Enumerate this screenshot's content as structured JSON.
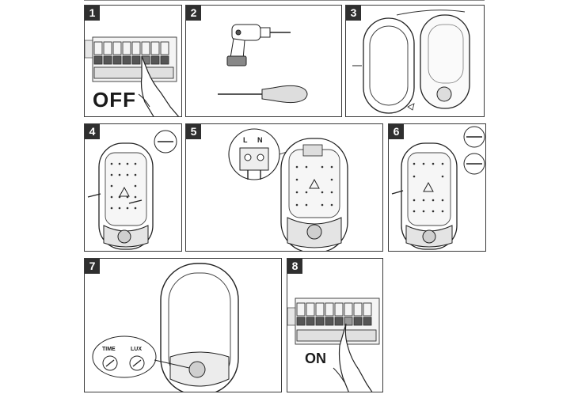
{
  "steps": [
    {
      "number": "1",
      "caption": "OFF"
    },
    {
      "number": "2"
    },
    {
      "number": "3"
    },
    {
      "number": "4"
    },
    {
      "number": "5",
      "terminal_labels": [
        "L",
        "N"
      ]
    },
    {
      "number": "6"
    },
    {
      "number": "7",
      "dial_labels": [
        "TIME",
        "LUX"
      ]
    },
    {
      "number": "8",
      "caption": "ON"
    }
  ]
}
